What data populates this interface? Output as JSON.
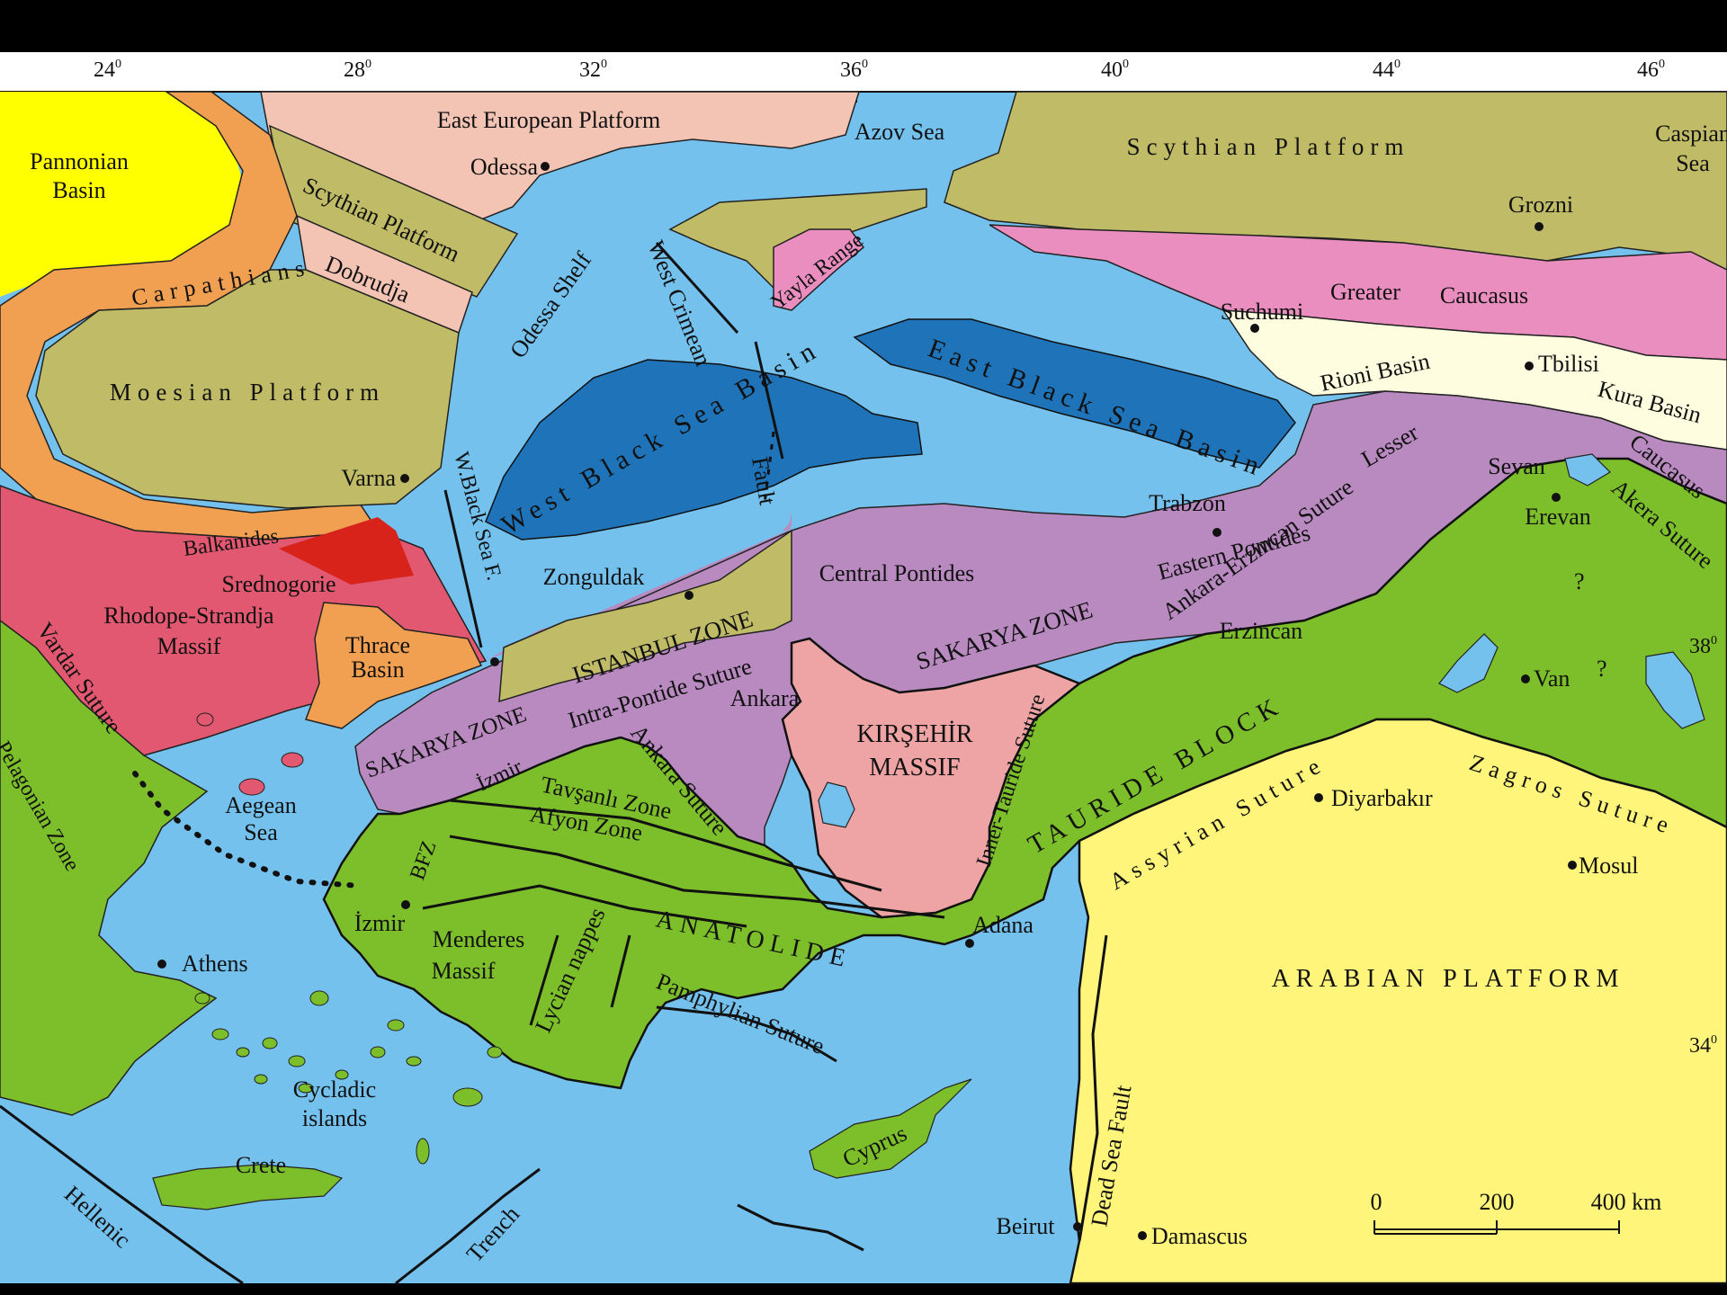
{
  "colors": {
    "sea": "#74c1ee",
    "deep_basin": "#1f74b9",
    "green": "#7dbf2b",
    "olive": "#c0bb66",
    "salmon": "#f3c3b4",
    "pink_caucasus": "#ea8ec0",
    "purple": "#b88ac0",
    "kirsehir": "#eea4a4",
    "red_rhodope": "#e15870",
    "srednogorie": "#d8231b",
    "orange": "#f0a050",
    "pannonian": "#ffff00",
    "arabian": "#fff57a",
    "cream": "#fffde0"
  },
  "longitudes": [
    "24",
    "28",
    "32",
    "36",
    "40",
    "44",
    "46"
  ],
  "latitudes": [
    "38",
    "34"
  ],
  "degree_symbol": "0",
  "labels": {
    "pannonian": [
      "Pannonian",
      "Basin"
    ],
    "east_european": "East European Platform",
    "azov": "Azov Sea",
    "scythian_east": "Scythian Platform",
    "caspian": [
      "Caspian",
      "Sea"
    ],
    "scythian_west": "Scythian Platform",
    "carpathians": "Carpathians",
    "dobrudja": "Dobrudja",
    "moesian": "Moesian Platform",
    "odessa_shelf": "Odessa Shelf",
    "west_crimean": "West Crimean",
    "fault": "Fault",
    "yayla": "Yayla Range",
    "greater_caucasus_1": "Greater",
    "greater_caucasus_2": "Caucasus",
    "rioni": "Rioni Basin",
    "kura": "Kura Basin",
    "lesser": "Lesser",
    "caucasus_small": "Caucasus",
    "east_bs_basin": "East Black Sea Basin",
    "west_bs_basin": "West Black Sea Basin",
    "w_black_sea_f": "W.Black Sea F.",
    "balkanides": "Balkanides",
    "srednogorie": "Srednogorie",
    "rhodope": [
      "Rhodope-Strandja",
      "Massif"
    ],
    "thrace": [
      "Thrace",
      "Basin"
    ],
    "vardar": "Vardar Suture",
    "pelagonian": "Pelagonian Zone",
    "central_pontides": "Central Pontides",
    "eastern_pontides": "Eastern Pontides",
    "istanbul_zone": "ISTANBUL ZONE",
    "sakarya_east": "SAKARYA ZONE",
    "sakarya_west": "SAKARYA ZONE",
    "intra_pontide": "Intra-Pontide Suture",
    "ankara_erzincan": "Ankara-Erzincan Suture",
    "akera": "Akera Suture",
    "kirsehir": [
      "KIRŞEHİR",
      "MASSIF"
    ],
    "inner_tauride": "Inner-Tauride Suture",
    "tauride_block": "TAURIDE BLOCK",
    "assyrian": "Assyrian Suture",
    "zagros": "Zagros Suture",
    "arabian_platform": "ARABIAN PLATFORM",
    "aegean": [
      "Aegean",
      "Sea"
    ],
    "bfz": "BFZ",
    "izmir_zone": "İzmir",
    "tavsanli": "Tavşanlı Zone",
    "afyon": "Afyon Zone",
    "ankara_suture": "Ankara Suture",
    "menderes": [
      "Menderes",
      "Massif"
    ],
    "lycian": "Lycian nappes",
    "anatolide": "ANATOLIDE",
    "pamphylian": "Pamphylian Suture",
    "cycladic": [
      "Cycladic",
      "islands"
    ],
    "crete": "Crete",
    "cyprus": "Cyprus",
    "hellenic": "Hellenic",
    "trench": "Trench",
    "dead_sea_fault": "Dead Sea Fault",
    "question": "?"
  },
  "cities": {
    "odessa": "Odessa",
    "grozni": "Grozni",
    "suchumi": "Suchumi",
    "tbilisi": "Tbilisi",
    "sevan": "Sevan",
    "erevan": "Erevan",
    "varna": "Varna",
    "trabzon": "Trabzon",
    "zonguldak": "Zonguldak",
    "ankara": "Ankara",
    "erzincan": "Erzincan",
    "van": "Van",
    "diyarbakir": "Diyarbakır",
    "mosul": "Mosul",
    "adana": "Adana",
    "izmir": "İzmir",
    "athens": "Athens",
    "beirut": "Beirut",
    "damascus": "Damascus"
  },
  "scale_bar": {
    "ticks": [
      "0",
      "200",
      "400 km"
    ]
  }
}
